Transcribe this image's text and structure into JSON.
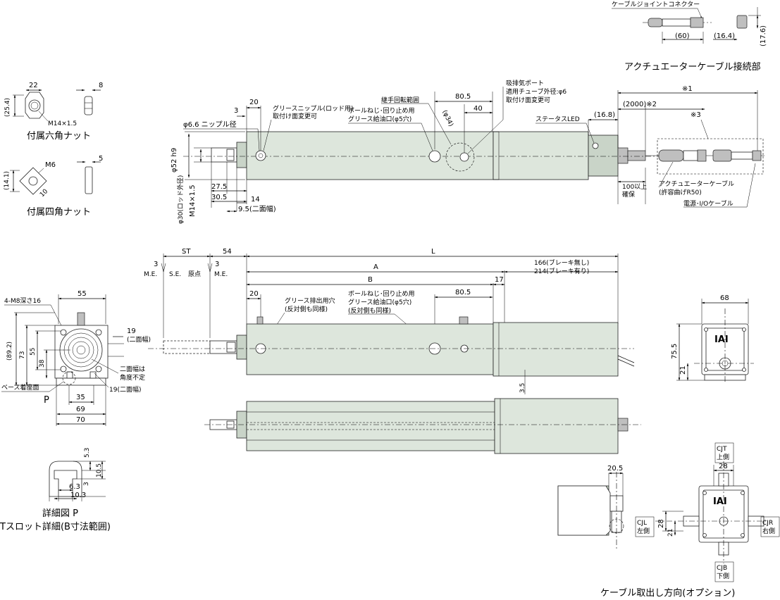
{
  "connector": {
    "label_joint": "ケーブルジョイントコネクター",
    "dim_60": "(60)",
    "dim_164": "(16.4)",
    "dim_176": "(17.6)",
    "title": "アクチュエーターケーブル接続部"
  },
  "hex_nut": {
    "dim_22": "22",
    "dim_8": "8",
    "dim_254": "(25.4)",
    "thread": "M14×1.5",
    "title": "付属六角ナット"
  },
  "square_nut": {
    "thread": "M6",
    "dim_5": "5",
    "dim_141": "(14.1)",
    "dim_10": "10",
    "title": "付属四角ナット"
  },
  "top_view": {
    "dim_3": "3",
    "dim_20": "20",
    "grease_nipple": "グリースニップル(ロッド用)",
    "grease_nipple2": "取付け面変更可",
    "nipple_dia": "φ6.6 ニップル径",
    "d52": "φ52 h9",
    "rod_dia": "φ30(ロッド外径)",
    "rod_thread": "M14×1.5",
    "dim_275": "27.5",
    "dim_305": "30.5",
    "dim_14": "14",
    "dim_95": "9.5(二面幅)",
    "joint_range": "継手回転範囲",
    "ball_screw": "ボールねじ･回り止め用",
    "grease_port": "グリース給油口(φ5穴)",
    "dim_805": "80.5",
    "dim_40": "40",
    "dim_34": "(φ34)",
    "vent_port": "吸排気ポート",
    "vent_port2": "適用チューブ外径:φ6",
    "vent_port3": "取付け面変更可",
    "status_led": "ステータスLED",
    "dim_168": "(16.8)",
    "dim_2000": "(2000)※2",
    "note1": "※1",
    "note3": "※3",
    "dim_100": "100以上",
    "dim_100b": "確保",
    "act_cable": "アクチュエーターケーブル",
    "act_cable2": "(許容曲げR50)",
    "power_cable": "電源･I/Oケーブル"
  },
  "front_view": {
    "st": "ST",
    "dim_54": "54",
    "L": "L",
    "dim_3a": "3",
    "dim_3b": "3",
    "me": "M.E.",
    "se": "S.E.",
    "home": "原点",
    "me2": "M.E.",
    "A": "A",
    "B": "B",
    "dim_166": "166(ブレーキ無し)",
    "dim_214": "214(ブレーキ有り)",
    "dim_17": "17",
    "dim_20": "20",
    "grease_drain": "グリース排出用穴",
    "grease_drain2": "(反対側も同様)",
    "ball_screw": "ボールねじ･回り止め用",
    "grease_port": "グリース給油口(φ5穴)",
    "grease_port2": "(反対側も同様)",
    "dim_805": "80.5",
    "dim_35": "3.5"
  },
  "end_view": {
    "tap": "4-M8深さ16",
    "dim_55": "55",
    "dim_892": "(89.2)",
    "dim_73": "73",
    "dim_55v": "55",
    "dim_38": "38",
    "dim_19": "19",
    "dim_19b": "(二面幅)",
    "flat_note": "二面幅は",
    "flat_note2": "角度不定",
    "dim_19c": "19(二面幅)",
    "base": "ベース着座面",
    "p": "P",
    "dim_35": "35",
    "dim_69": "69",
    "dim_70": "70"
  },
  "detail_p": {
    "dim_53": "5.3",
    "dim_105": "10.5",
    "dim_3": "3",
    "dim_63": "6.3",
    "dim_103": "10.3",
    "title1": "詳細図 P",
    "title2": "Tスロット詳細(B寸法範囲)"
  },
  "motor_end": {
    "dim_68": "68",
    "dim_755": "75.5",
    "dim_21": "21",
    "logo": "IAI"
  },
  "cable_dir": {
    "dim_205": "20.5",
    "dim_28": "28",
    "dim_28v": "28",
    "dim_21": "21",
    "cjt": "CJT",
    "cjt2": "上側",
    "cjl": "CJL",
    "cjl2": "左側",
    "cjr": "CJR",
    "cjr2": "右側",
    "cjb": "CJB",
    "cjb2": "下側",
    "logo": "IAI",
    "title": "ケーブル取出し方向(オプション)"
  }
}
